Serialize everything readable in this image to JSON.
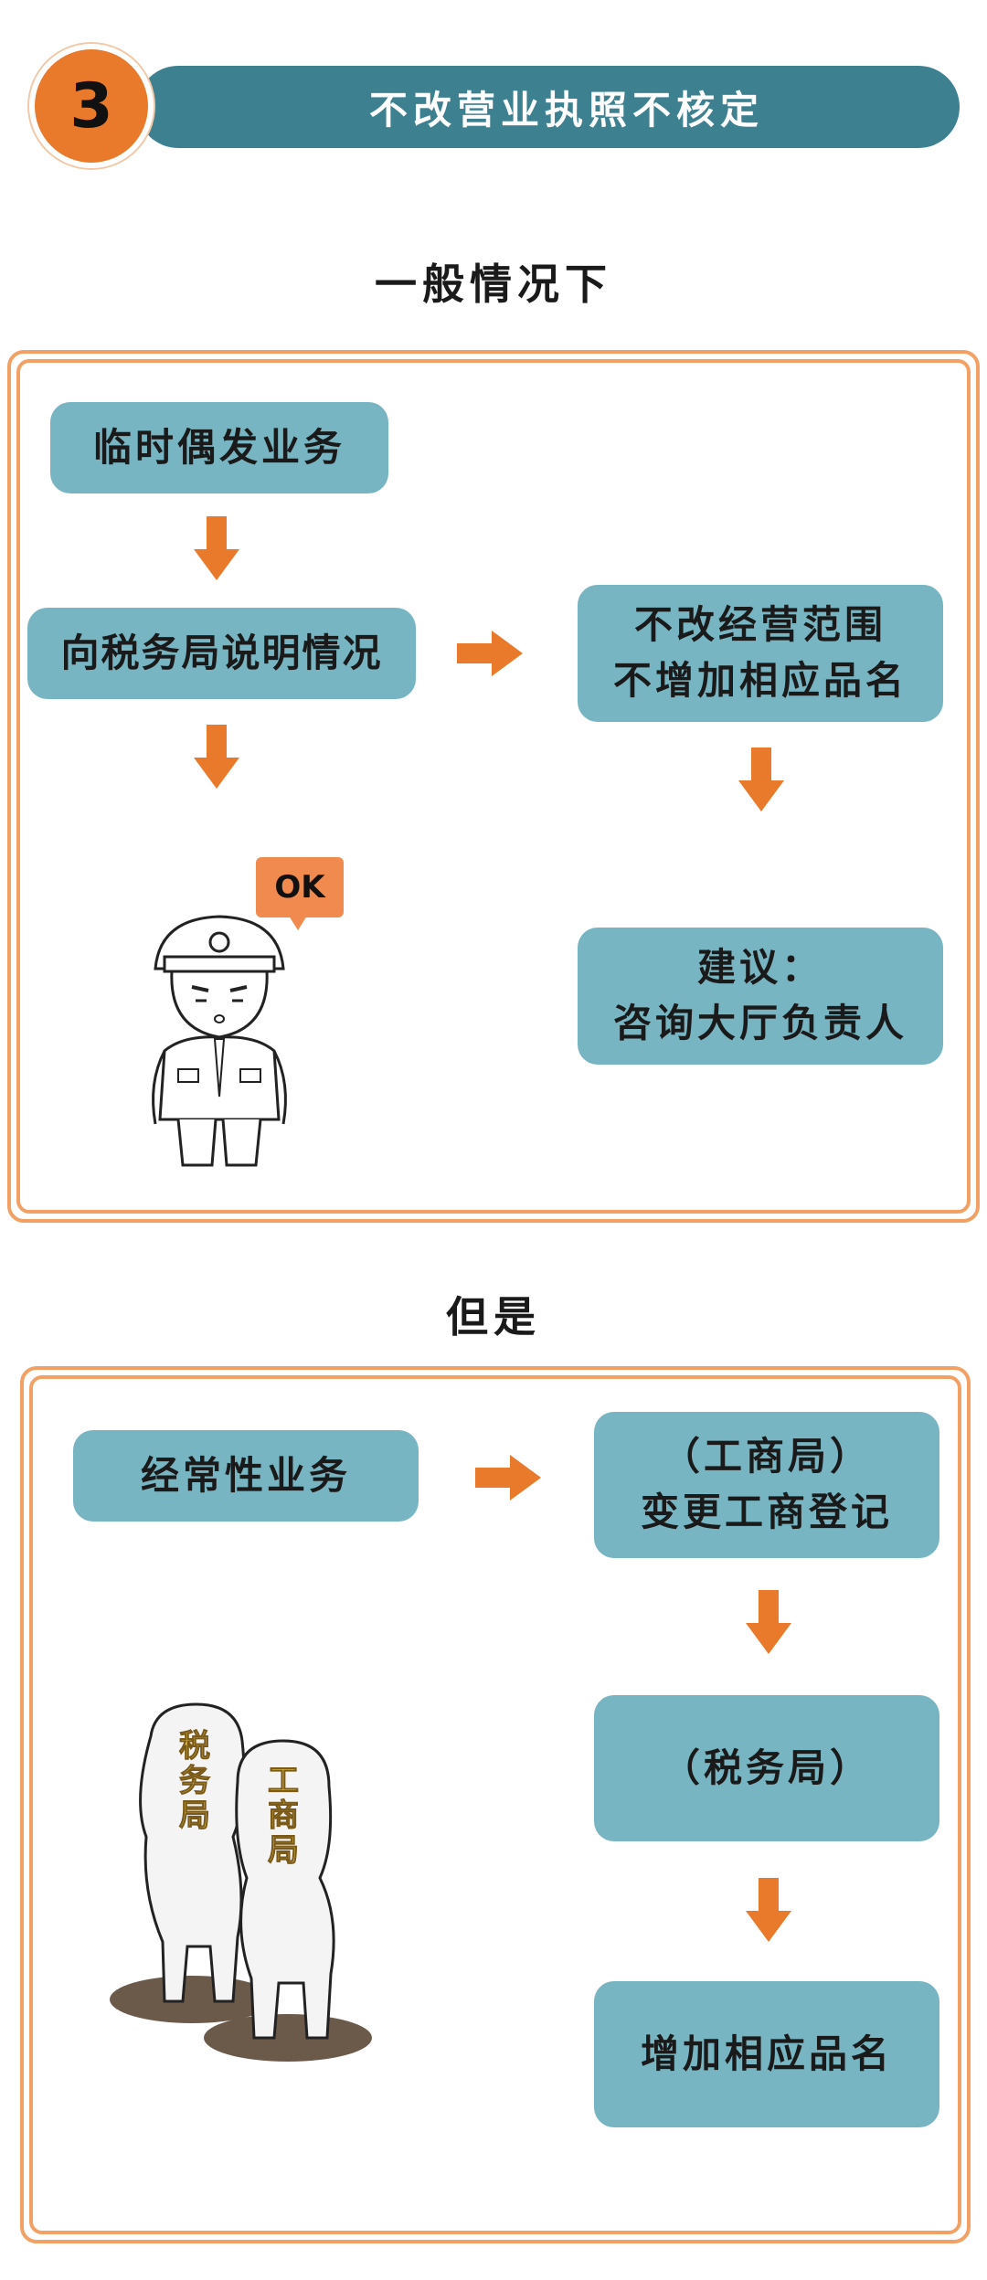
{
  "header": {
    "number": "3",
    "title": "不改营业执照不核定"
  },
  "section1": {
    "title": "一般情况下",
    "box_temporary": "临时偶发业务",
    "box_explain": "向税务局说明情况",
    "box_no_change": [
      "不改经营范围",
      "不增加相应品名"
    ],
    "box_advice": [
      "建议：",
      "咨询大厅负责人"
    ],
    "ok_bubble": "OK"
  },
  "section2": {
    "title": "但是",
    "box_regular": "经常性业务",
    "box_registration": [
      "（工商局）",
      "变更工商登记"
    ],
    "box_tax_bureau": "（税务局）",
    "box_add_items": "增加相应品名",
    "figure_tax_label": [
      "税",
      "务",
      "局"
    ],
    "figure_commerce_label": [
      "工",
      "商",
      "局"
    ]
  },
  "colors": {
    "teal_bar": "#3d8190",
    "teal_box": "#78b5c2",
    "orange": "#e9792b",
    "frame": "#f2a064",
    "label_yellow": "#e8c34a"
  }
}
